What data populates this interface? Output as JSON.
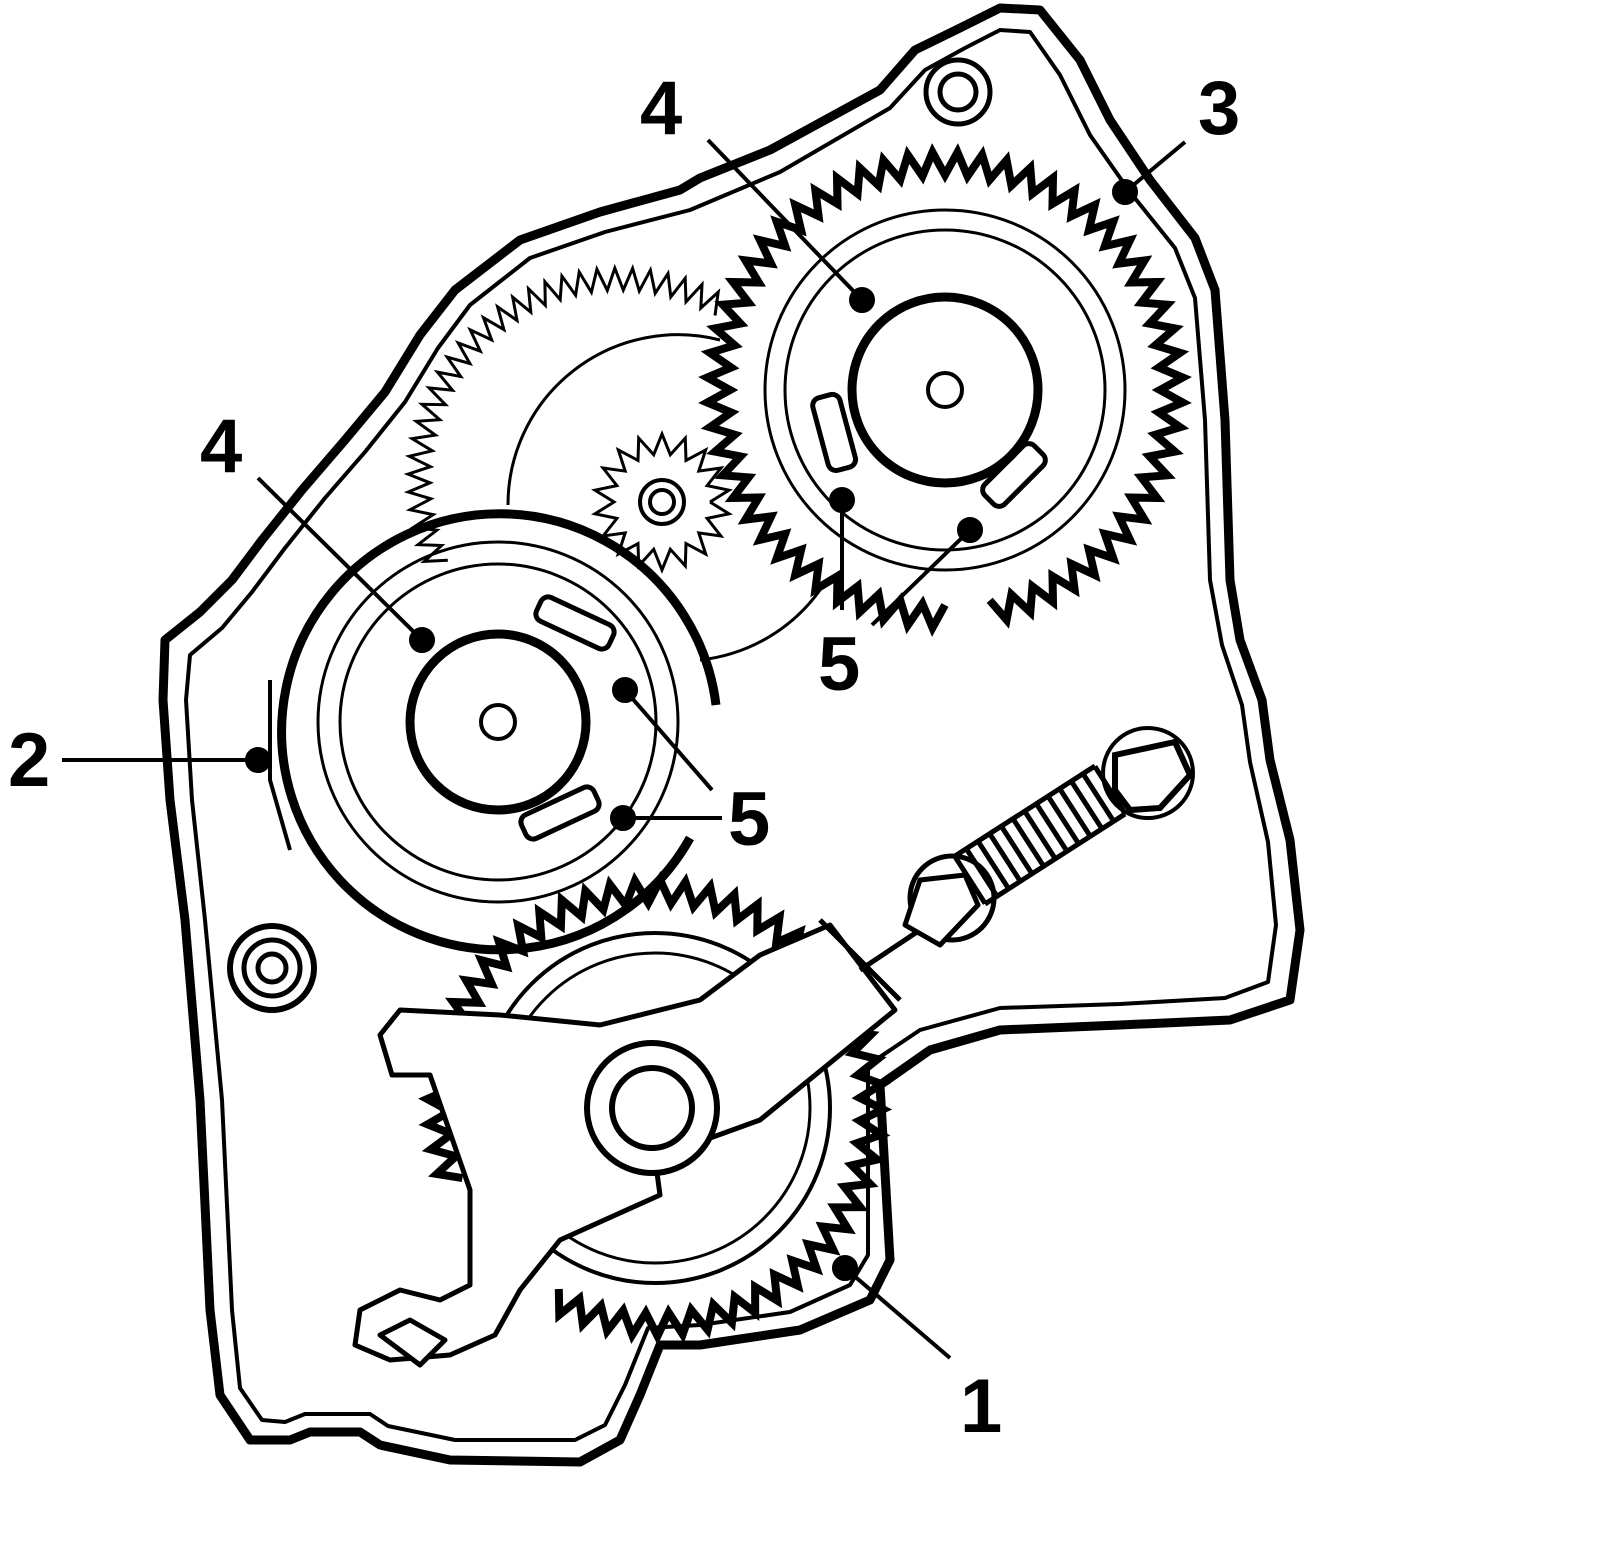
{
  "callouts": {
    "c1": "1",
    "c2": "2",
    "c3": "3",
    "c4_upper": "4",
    "c4_lower": "4",
    "c5_upper": "5",
    "c5_lower": "5"
  },
  "colors": {
    "line": "#000000",
    "background": "#ffffff"
  },
  "icons": {
    "gear": "gear-icon",
    "spring": "spring-icon",
    "lever": "lever-arm-icon",
    "mounting_boss": "mounting-boss-icon"
  }
}
